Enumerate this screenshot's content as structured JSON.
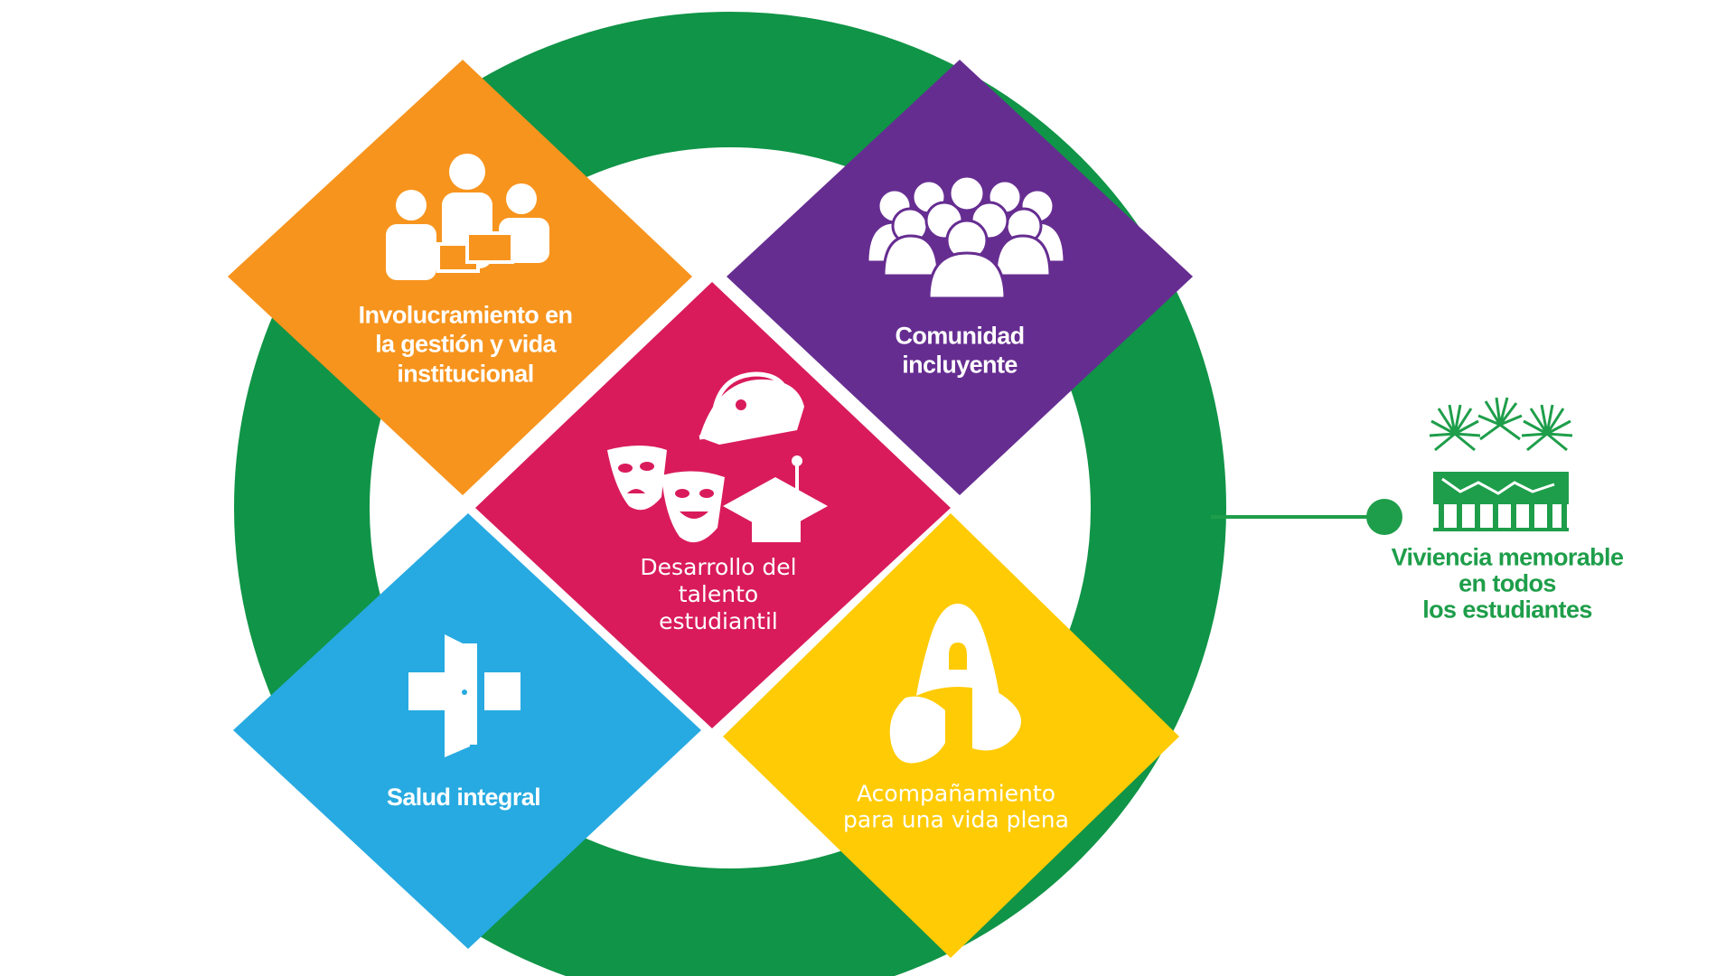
{
  "colors": {
    "ring": "#109447",
    "orange": "#f7941d",
    "purple": "#662d91",
    "magenta": "#d91b5c",
    "blue": "#27aae1",
    "yellow": "#ffcb05",
    "green_text": "#1e9e4a",
    "icon_white": "#ffffff"
  },
  "pillars": {
    "involucramiento": {
      "label": "Involucramiento en\nla gestión y vida\ninstitucional",
      "icon": "group-laptops-icon"
    },
    "comunidad": {
      "label": "Comunidad\nincluyente",
      "icon": "crowd-icon"
    },
    "desarrollo": {
      "label": "Desarrollo del\ntalento\nestudiantil",
      "icon": "theater-sports-graduation-icon"
    },
    "salud": {
      "label": "Salud integral",
      "icon": "medical-cross-icon"
    },
    "acompanamiento": {
      "label": "Acompañamiento\npara una vida plena",
      "icon": "campus-logo-icon"
    }
  },
  "outcome": {
    "label": "Viviencia memorable\nen todos\nlos estudiantes",
    "icon": "garden-fence-icon"
  }
}
